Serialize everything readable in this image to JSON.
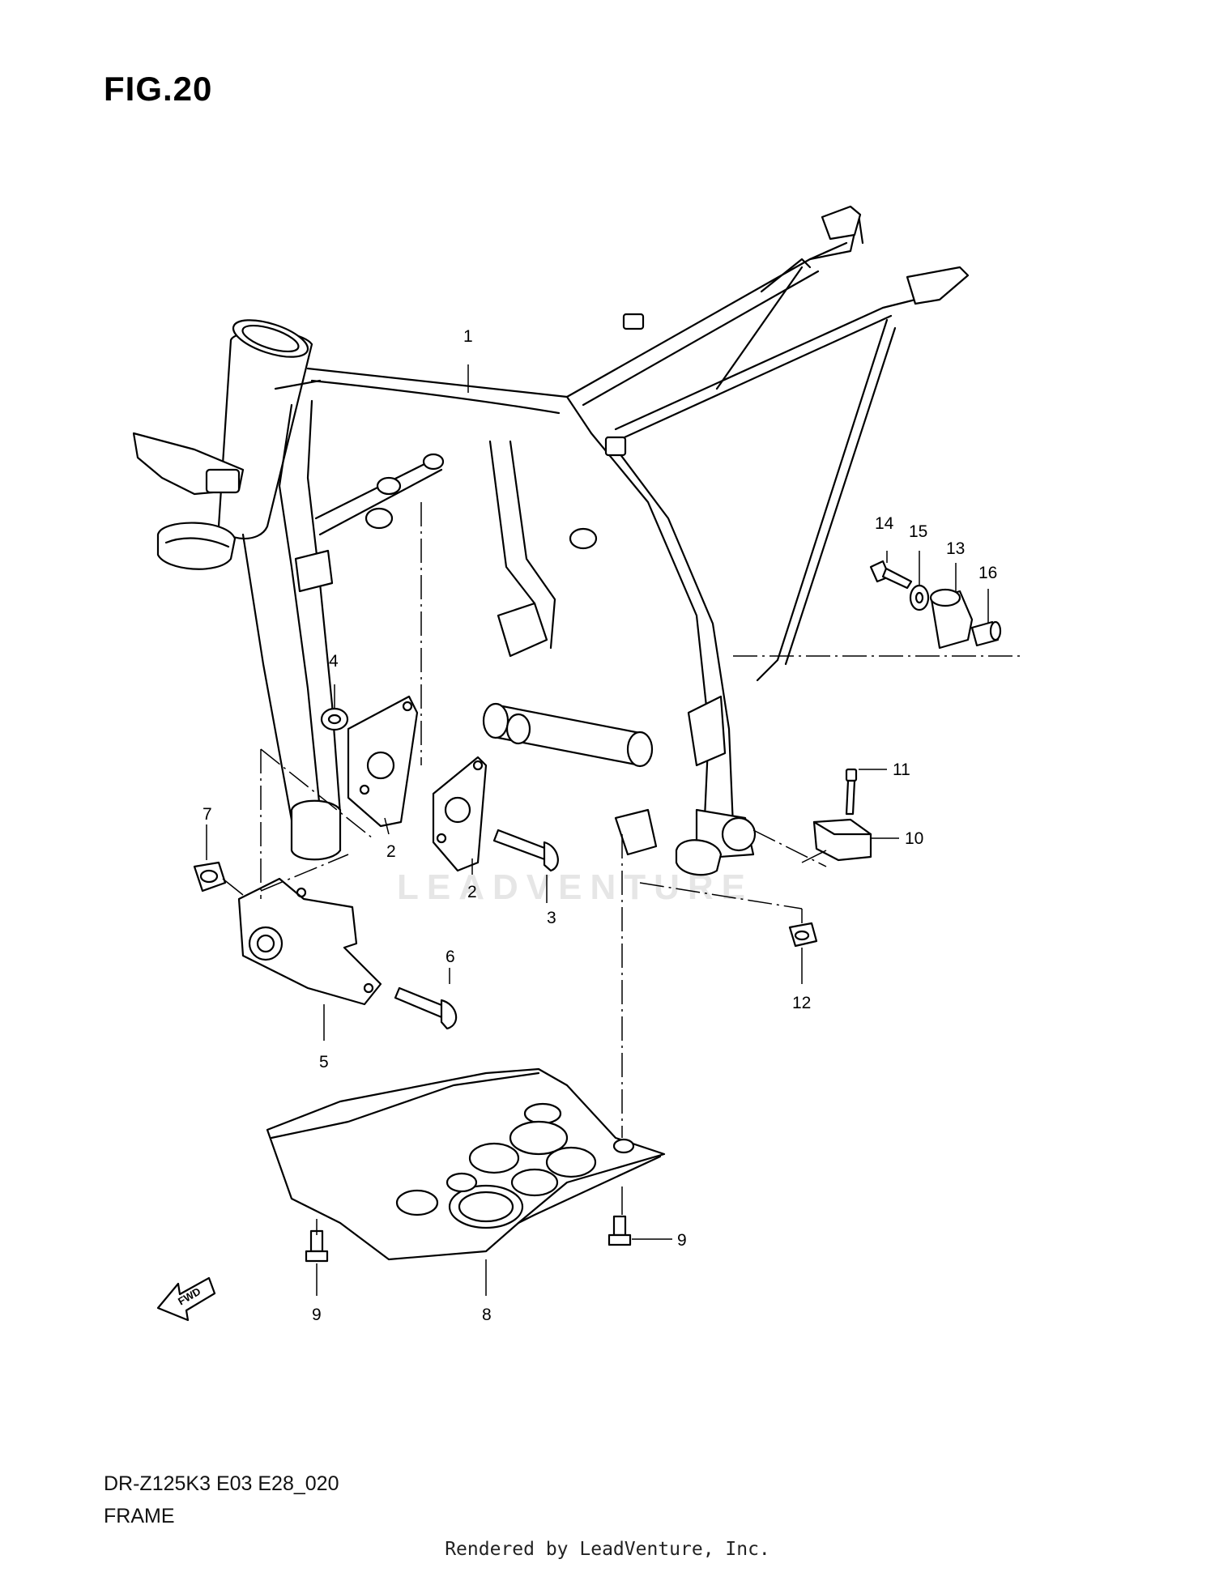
{
  "figure_title": "FIG.20",
  "model_code": "DR-Z125K3 E03 E28_020",
  "section_name": "FRAME",
  "footer": "Rendered by LeadVenture, Inc.",
  "watermark": "LEADVENTURE",
  "fwd_arrow": {
    "label": "FWD",
    "icon": "fwd-arrow-icon"
  },
  "callouts": {
    "c1": "1",
    "c2a": "2",
    "c2b": "2",
    "c3": "3",
    "c4": "4",
    "c5": "5",
    "c6": "6",
    "c7": "7",
    "c8": "8",
    "c9a": "9",
    "c9b": "9",
    "c10": "10",
    "c11": "11",
    "c12": "12",
    "c13": "13",
    "c14": "14",
    "c15": "15",
    "c16": "16"
  }
}
